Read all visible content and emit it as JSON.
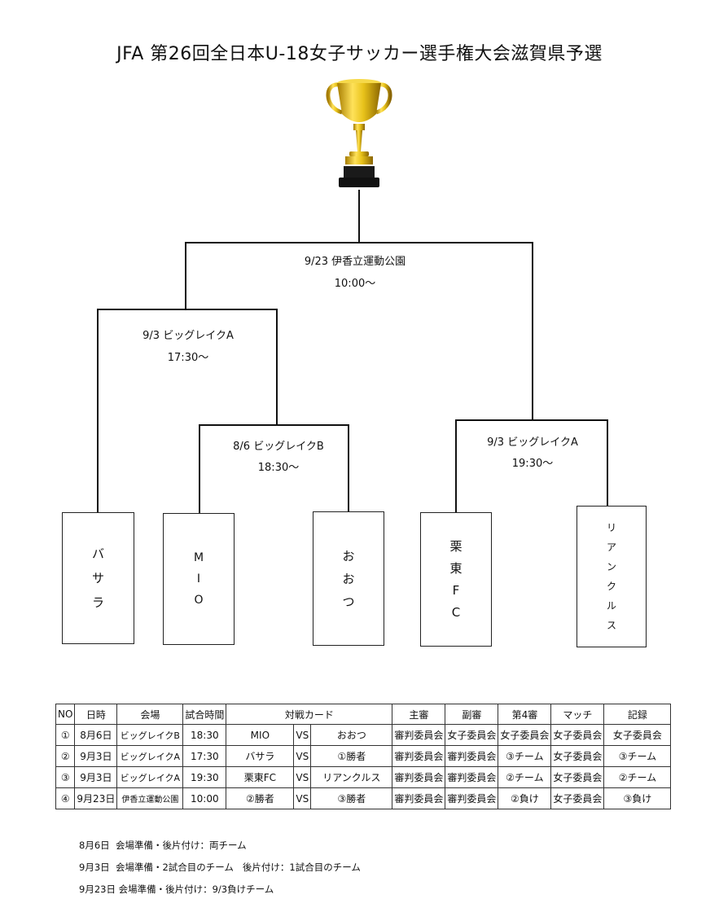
{
  "title": "JFA 第26回全日本U-18女子サッカー選手権大会滋賀県予選",
  "matches": {
    "final": {
      "date_venue": "9/23 伊香立運動公園",
      "time": "10:00～"
    },
    "semi_left": {
      "date_venue": "9/3 ビッグレイクA",
      "time": "17:30～"
    },
    "first_round": {
      "date_venue": "8/6 ビッグレイクB",
      "time": "18:30～"
    },
    "semi_right": {
      "date_venue": "9/3 ビッグレイクA",
      "time": "19:30～"
    }
  },
  "teams": [
    {
      "chars": [
        "バ",
        "サ",
        "ラ"
      ]
    },
    {
      "chars": [
        "M",
        "I",
        "O"
      ]
    },
    {
      "chars": [
        "お",
        "お",
        "つ"
      ]
    },
    {
      "chars": [
        "栗",
        "東",
        "F",
        "C"
      ]
    },
    {
      "chars": [
        "リ",
        "ア",
        "ン",
        "ク",
        "ル",
        "ス"
      ]
    }
  ],
  "table": {
    "headers": {
      "no": "NO",
      "date": "日時",
      "venue": "会場",
      "time": "試合時間",
      "card": "対戦カード",
      "referee": "主審",
      "assistant": "副審",
      "fourth": "第4審",
      "match": "マッチ",
      "record": "記録"
    },
    "rows": [
      {
        "no": "①",
        "date": "8月6日",
        "venue": "ビッグレイクB",
        "time": "18:30",
        "home": "MIO",
        "vs": "VS",
        "away": "おおつ",
        "referee": "審判委員会",
        "assistant": "女子委員会",
        "fourth": "女子委員会",
        "match": "女子委員会",
        "record": "女子委員会"
      },
      {
        "no": "②",
        "date": "9月3日",
        "venue": "ビッグレイクA",
        "time": "17:30",
        "home": "バサラ",
        "vs": "VS",
        "away": "①勝者",
        "referee": "審判委員会",
        "assistant": "審判委員会",
        "fourth": "③チーム",
        "match": "女子委員会",
        "record": "③チーム"
      },
      {
        "no": "③",
        "date": "9月3日",
        "venue": "ビッグレイクA",
        "time": "19:30",
        "home": "栗東FC",
        "vs": "VS",
        "away": "リアンクルス",
        "referee": "審判委員会",
        "assistant": "審判委員会",
        "fourth": "②チーム",
        "match": "女子委員会",
        "record": "②チーム"
      },
      {
        "no": "④",
        "date": "9月23日",
        "venue": "伊香立運動公園",
        "time": "10:00",
        "home": "②勝者",
        "vs": "VS",
        "away": "③勝者",
        "referee": "審判委員会",
        "assistant": "審判委員会",
        "fourth": "②負け",
        "match": "女子委員会",
        "record": "③負け"
      }
    ]
  },
  "notes": [
    "8月6日  会場準備・後片付け：両チーム",
    "9月3日  会場準備・2試合目のチーム   後片付け：1試合目のチーム",
    "9月23日 会場準備・後片付け：9/3負けチーム"
  ],
  "colors": {
    "line": "#111111",
    "trophy_gold": "#e8c21a",
    "trophy_base": "#1a1a1a"
  }
}
